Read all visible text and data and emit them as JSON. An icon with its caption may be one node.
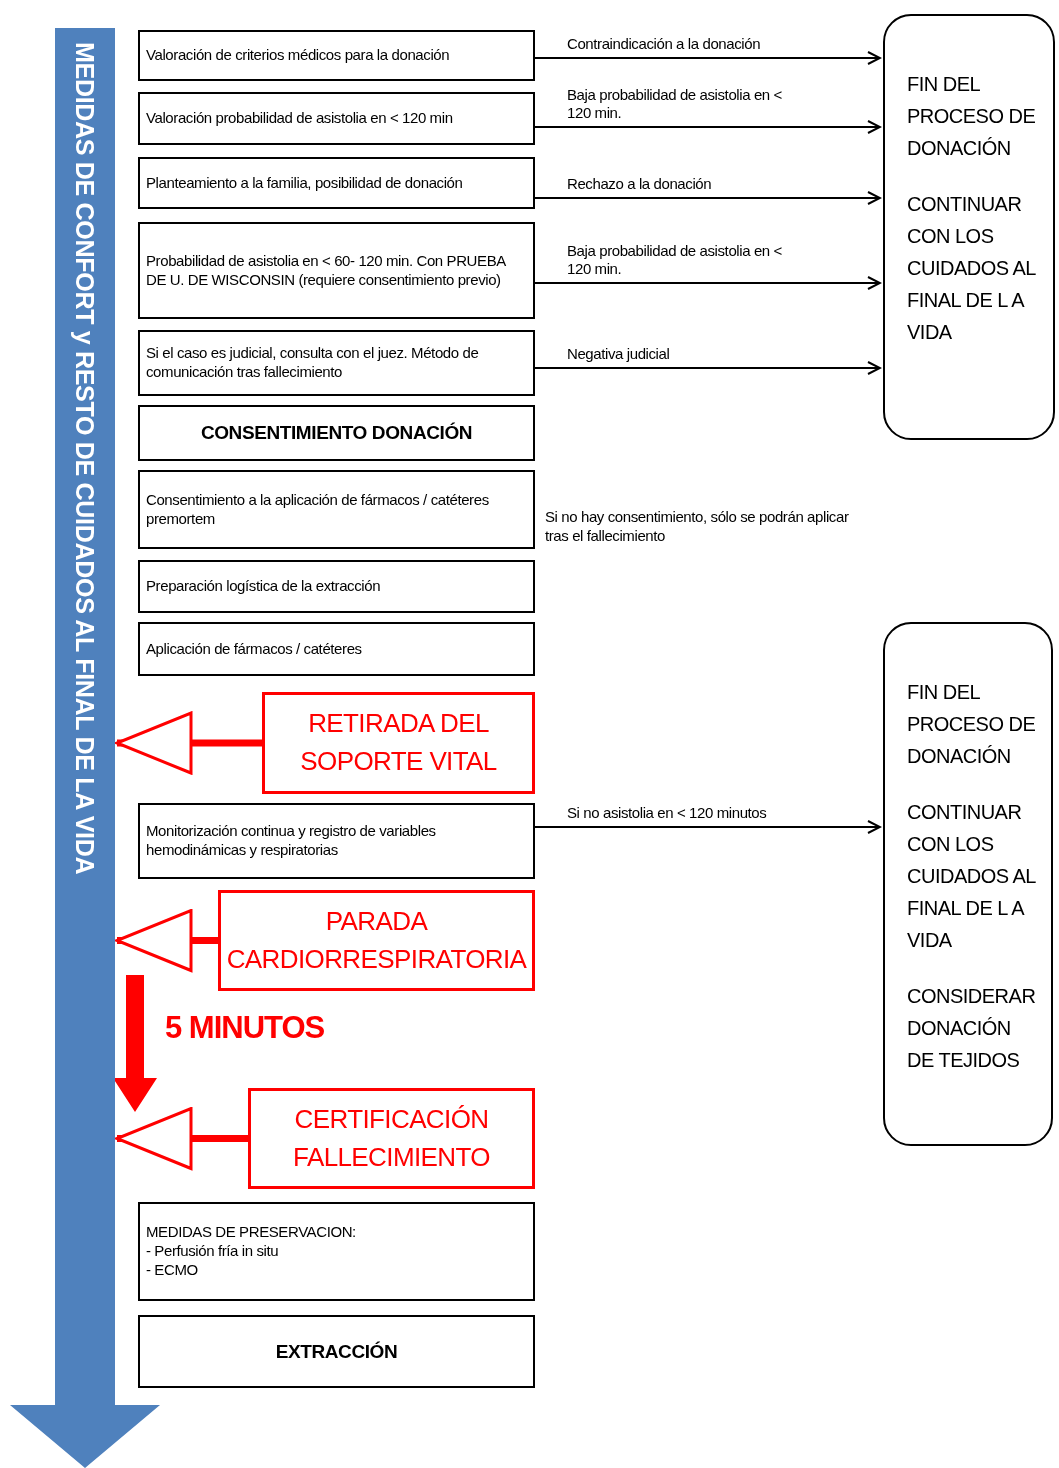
{
  "diagram": {
    "nodes": [
      {
        "text": [
          "MEDIDAS DE CONFORT y RESTO DE CUIDADOS AL FINAL DE LA VIDA"
        ]
      },
      {
        "text": [
          "Valoración de criterios médicos para la donación"
        ]
      },
      {
        "text": [
          "Valoración probabilidad de asistolia en < 120 min"
        ]
      },
      {
        "text": [
          "Planteamiento a la familia, posibilidad de donación"
        ]
      },
      {
        "text": [
          "Probabilidad de asistolia en < 60- 120 min. Con PRUEBA DE U. DE WISCONSIN (requiere consentimiento previo)"
        ]
      },
      {
        "text": [
          "Si el caso es judicial, consulta con el juez. Método de comunicación tras fallecimiento"
        ]
      },
      {
        "text": [
          "CONSENTIMIENTO DONACIÓN"
        ]
      },
      {
        "text": [
          "Consentimiento a la aplicación de fármacos / catéteres premortem"
        ],
        "beside": [
          "Si no hay consentimiento, sólo se podrán aplicar tras el fallecimiento"
        ]
      },
      {
        "text": [
          "Preparación logística de la extracción"
        ]
      },
      {
        "text": [
          "Aplicación de fármacos / catéteres"
        ]
      },
      {
        "text": [
          "RETIRADA DEL SOPORTE VITAL"
        ]
      },
      {
        "text": [
          "Monitorización continua y registro de variables hemodinámicas y respiratorias"
        ]
      },
      {
        "text": [
          "PARADA CARDIORRESPIRATORIA"
        ]
      },
      {
        "text": [
          "CERTIFICACIÓN FALLECIMIENTO"
        ]
      },
      {
        "text": [
          "MEDIDAS DE PRESERVACION:",
          "- Perfusión fría in situ",
          "- ECMO"
        ]
      },
      {
        "text": [
          "EXTRACCIÓN"
        ]
      },
      {
        "text": [
          "FIN DEL PROCESO DE DONACIÓN",
          "CONTINUAR CON LOS CUIDADOS AL FINAL DE L A VIDA"
        ]
      },
      {
        "text": [
          "FIN DEL PROCESO DE DONACIÓN",
          "CONTINUAR CON LOS CUIDADOS AL FINAL DE L A VIDA",
          "CONSIDERAR DONACIÓN DE TEJIDOS"
        ]
      }
    ],
    "edges": [
      {
        "from": 1,
        "to": 16,
        "arrow": "to",
        "label": "Contraindicación a la donación"
      },
      {
        "from": 2,
        "to": 16,
        "arrow": "to",
        "label": "Baja probabilidad de asistolia en < 120 min."
      },
      {
        "from": 3,
        "to": 16,
        "arrow": "to",
        "label": "Rechazo a la donación"
      },
      {
        "from": 4,
        "to": 16,
        "arrow": "to",
        "label": "Baja probabilidad de asistolia en < 120 min."
      },
      {
        "from": 5,
        "to": 16,
        "arrow": "to",
        "label": "Negativa judicial"
      },
      {
        "from": 11,
        "to": 17,
        "arrow": "to",
        "label": "Si no asistolia en < 120 minutos"
      },
      {
        "from": 10,
        "to": 0,
        "arrow": "to",
        "style": "thick",
        "color": "#ff0000"
      },
      {
        "from": 12,
        "to": 0,
        "arrow": "to",
        "style": "thick",
        "color": "#ff0000"
      },
      {
        "from": 13,
        "to": 0,
        "arrow": "to",
        "style": "thick",
        "color": "#ff0000"
      }
    ],
    "labels": [
      "5 MINUTOS"
    ]
  }
}
